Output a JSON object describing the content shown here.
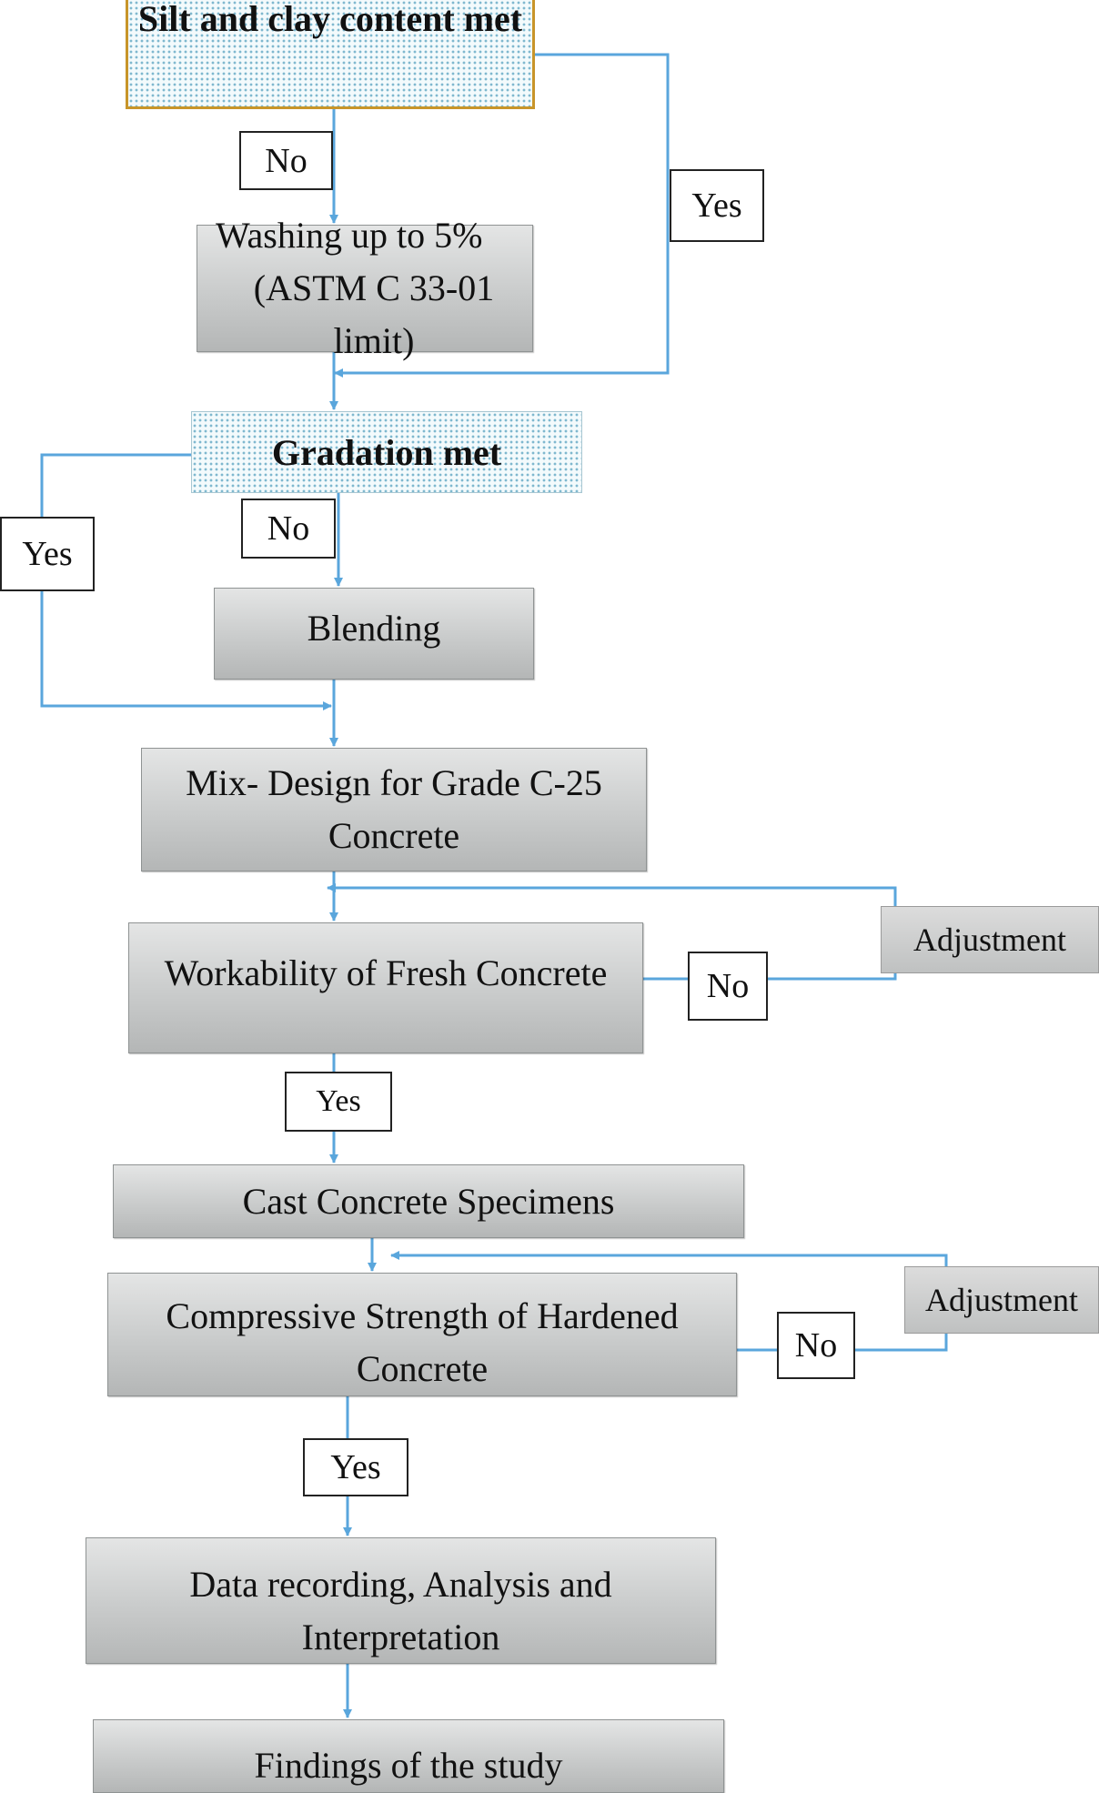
{
  "diagram": {
    "decisions": {
      "silt_clay": "Silt and clay content met",
      "gradation": "Gradation met"
    },
    "steps": {
      "washing_line1": "Washing up to 5%",
      "washing_line2": "(ASTM C 33-01 limit)",
      "blending": "Blending",
      "mix_design_line1": "Mix- Design for Grade C-25",
      "mix_design_line2": "Concrete",
      "workability": "Workability of Fresh Concrete",
      "cast": "Cast Concrete Specimens",
      "compressive": "Compressive Strength of Hardened Concrete",
      "data_recording": "Data recording, Analysis and Interpretation",
      "findings": "Findings of the study"
    },
    "side_boxes": {
      "adjustment_1": "Adjustment",
      "adjustment_2": "Adjustment"
    },
    "edge_labels": {
      "silt_no": "No",
      "silt_yes": "Yes",
      "gradation_no": "No",
      "gradation_yes": "Yes",
      "workability_no": "No",
      "workability_yes": "Yes",
      "compressive_no": "No",
      "compressive_yes": "Yes"
    },
    "colors": {
      "connector": "#5aa6dc",
      "decision_border": "#c8952a",
      "step_fill": "#c9cbcb"
    }
  }
}
